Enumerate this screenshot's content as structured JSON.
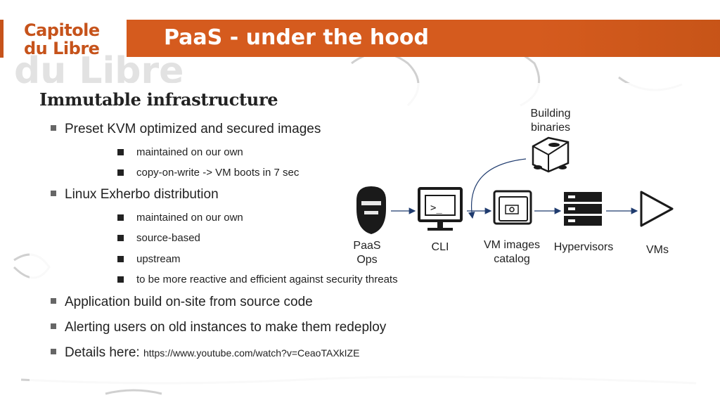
{
  "header": {
    "logo_line1": "Capitole",
    "logo_line2": "du Libre",
    "title": "PaaS - under the hood"
  },
  "main": {
    "heading": "Immutable infrastructure",
    "bullets": [
      {
        "text": "Preset KVM optimized and secured images",
        "subs": [
          "maintained on our own",
          "copy-on-write -> VM boots in 7 sec"
        ]
      },
      {
        "text": "Linux Exherbo distribution",
        "subs": [
          "maintained on our own",
          "source-based",
          "upstream",
          "to be more reactive and efficient against security threats"
        ]
      },
      {
        "text": "Application build on-site from source code"
      },
      {
        "text": "Alerting users on old instances to make them redeploy"
      },
      {
        "text": "Details here:",
        "link": "https://www.youtube.com/watch?v=CeaoTAXkIZE"
      }
    ]
  },
  "diagram": {
    "nodes": {
      "ops": {
        "label_line1": "PaaS",
        "label_line2": "Ops",
        "icon": "bearded-person-icon"
      },
      "cli": {
        "label": "CLI",
        "icon": "terminal-icon"
      },
      "images": {
        "label_line1": "VM images",
        "label_line2": "catalog",
        "icon": "folder-icon"
      },
      "hypervisors": {
        "label": "Hypervisors",
        "icon": "server-rack-icon"
      },
      "vms": {
        "label": "VMs",
        "icon": "play-icon"
      },
      "building": {
        "label_line1": "Building",
        "label_line2": "binaries",
        "icon": "package-box-icon"
      }
    },
    "colors": {
      "arrow": "#1f3b6e",
      "accent": "#c6531b"
    }
  }
}
